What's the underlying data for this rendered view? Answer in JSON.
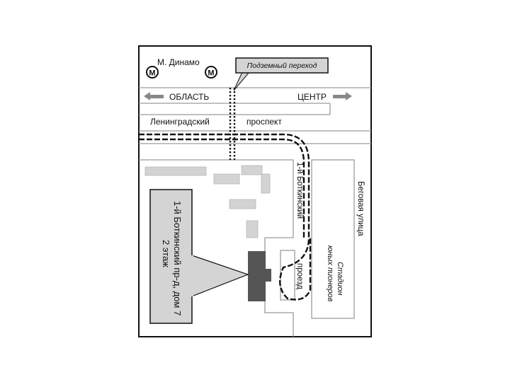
{
  "metro": {
    "station": "М. Динамо",
    "icon_letter": "М"
  },
  "callouts": {
    "underpass": "Подземный переход"
  },
  "directions": {
    "region": "ОБЛАСТЬ",
    "center": "ЦЕНТР"
  },
  "streets": {
    "leningradsky_1": "Ленинградский",
    "leningradsky_2": "проспект",
    "botkinsky_top": "1-й Боткинский",
    "botkinsky_bottom": "проезд",
    "begovaya": "Беговая улица"
  },
  "stadium": {
    "line1": "Стадион",
    "line2": "юных пионеров"
  },
  "address": {
    "line1": "1-й Боткинский пр-д, дом 7",
    "line2": "2 этаж"
  },
  "colors": {
    "frame": "#111111",
    "road_line": "#9a9a9a",
    "building_fill": "#d3d3d3",
    "target_building": "#555555",
    "callout_fill": "#d4d4d4",
    "arrow": "#888888"
  }
}
